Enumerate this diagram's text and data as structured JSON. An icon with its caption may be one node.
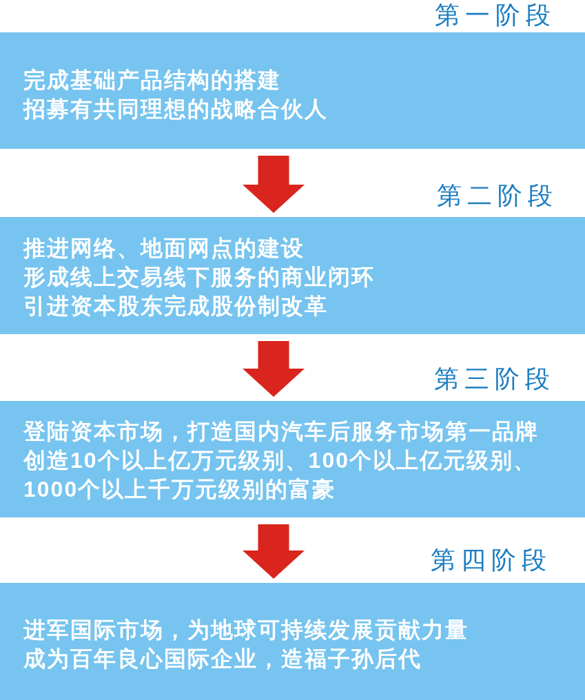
{
  "diagram": {
    "nodes": [
      {
        "text": [
          "第一阶段",
          "完成基础产品结构的搭建",
          "招募有共同理想的战略合伙人"
        ]
      },
      {
        "text": [
          "第二阶段",
          "推进网络、地面网点的建设",
          "形成线上交易线下服务的商业闭环",
          "引进资本股东完成股份制改革"
        ]
      },
      {
        "text": [
          "第三阶段",
          "登陆资本市场，打造国内汽车后服务市场第一品牌",
          "创造10个以上亿万元级别、100个以上亿元级别、1000个以上千万元级别的富豪"
        ]
      },
      {
        "text": [
          "第四阶段",
          "进军国际市场，为地球可持续发展贡献力量",
          "成为百年良心国际企业，造福子孙后代"
        ]
      }
    ],
    "edges": [
      {
        "from": 0,
        "to": 1,
        "arrow": "to"
      },
      {
        "from": 1,
        "to": 2,
        "arrow": "to"
      },
      {
        "from": 2,
        "to": 3,
        "arrow": "to"
      }
    ]
  }
}
